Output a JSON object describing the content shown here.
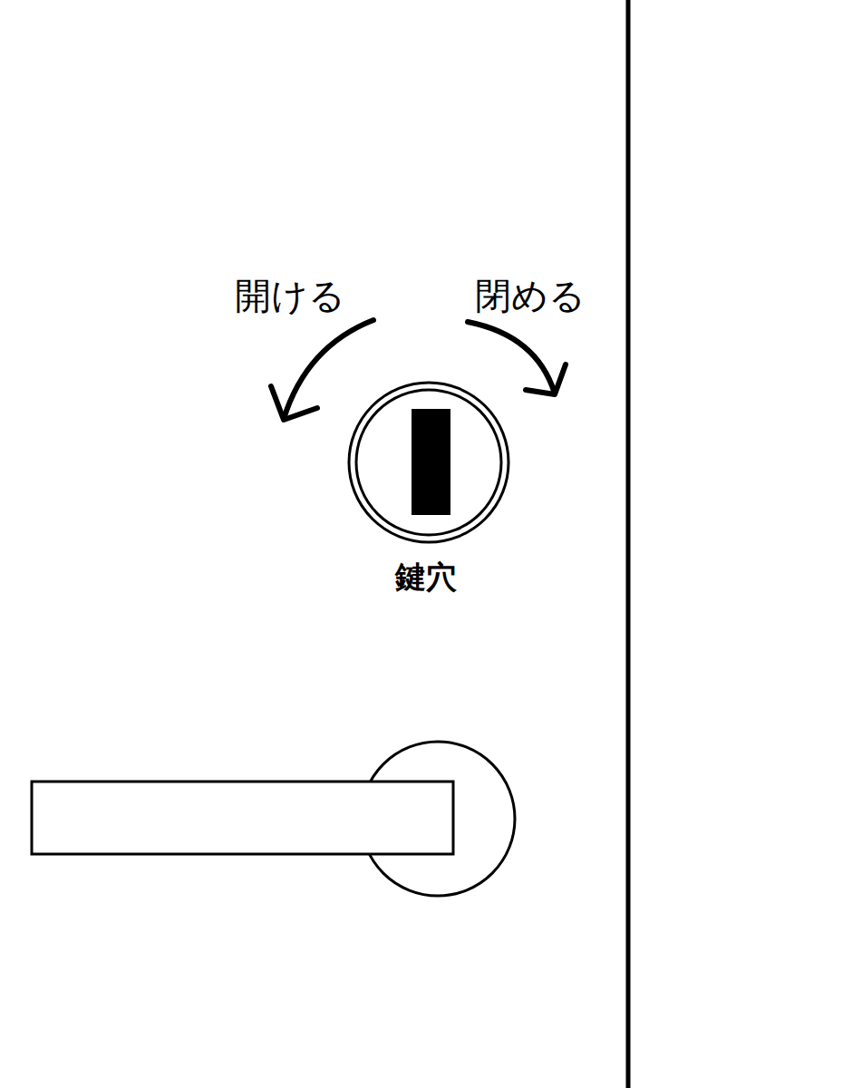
{
  "diagram": {
    "labels": [
      "開ける",
      "閉める",
      "鍵穴"
    ]
  }
}
